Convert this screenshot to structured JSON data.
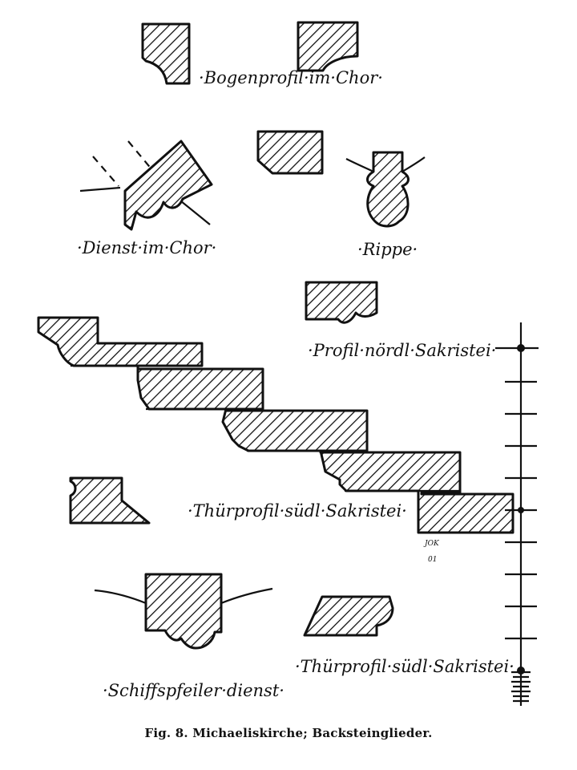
{
  "labels": {
    "bogenprofil": "·Bogenprofil·im·Chor·",
    "dienst": "·Dienst·im·Chor·",
    "rippe": "·Rippe·",
    "profil_noerdl": "·Profil·nördl·Sakristei·",
    "thuerprofil_1": "·Thürprofil·südl·Sakristei·",
    "thuerprofil_2": "·Thürprofil·südl·Sakristei·",
    "schiffspfeiler": "·Schiffspfeiler·dienst·",
    "signature": "JOK",
    "scale_small": "01"
  },
  "caption": "Fig. 8. Michaeliskirche; Backsteinglieder."
}
